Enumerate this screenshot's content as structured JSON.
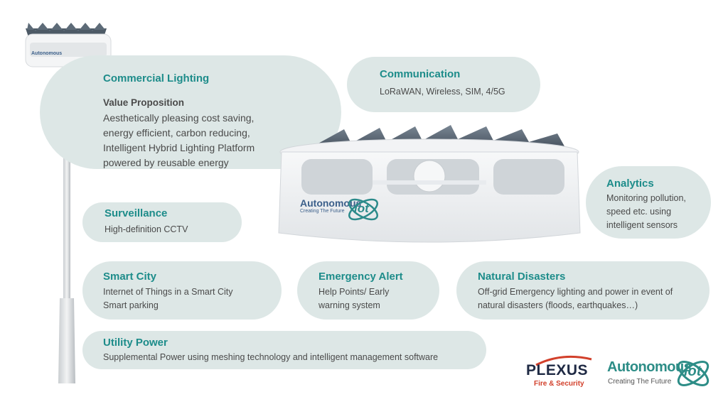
{
  "colors": {
    "accent": "#1d8c8a",
    "pill": "#dde7e6",
    "text": "#4a4a4a",
    "plexus_red": "#d2402b",
    "plexus_navy": "#1f2a44"
  },
  "commercial": {
    "title": "Commercial Lighting",
    "subtitle": "Value Proposition",
    "lines": [
      "Aesthetically pleasing cost saving,",
      "energy efficient, carbon reducing,",
      "Intelligent Hybrid Lighting Platform",
      "powered by reusable energy"
    ]
  },
  "communication": {
    "title": "Communication",
    "body": "LoRaWAN, Wireless, SIM, 4/5G"
  },
  "analytics": {
    "title": "Analytics",
    "lines": [
      "Monitoring pollution,",
      "speed etc. using",
      "intelligent sensors"
    ]
  },
  "surveillance": {
    "title": "Surveillance",
    "body": "High-definition CCTV"
  },
  "smart_city": {
    "title": "Smart City",
    "lines": [
      "Internet of Things in a Smart City",
      "Smart parking"
    ]
  },
  "emergency": {
    "title": "Emergency Alert",
    "lines": [
      "Help Points/ Early",
      "warning system"
    ]
  },
  "natural": {
    "title": "Natural Disasters",
    "lines": [
      "Off-grid Emergency lighting and power in event of",
      "natural disasters (floods, earthquakes…)"
    ]
  },
  "utility": {
    "title": "Utility Power",
    "body": "Supplemental Power using meshing technology and intelligent management software"
  },
  "plexus": {
    "name": "PLEXUS",
    "tagline": "Fire & Security"
  },
  "autonomous": {
    "name": "Autonomous",
    "tagline": "Creating The Future",
    "mark": "iot"
  },
  "device_logo": {
    "name": "Autonomous",
    "tagline": "Creating The Future",
    "mark": "iot"
  }
}
